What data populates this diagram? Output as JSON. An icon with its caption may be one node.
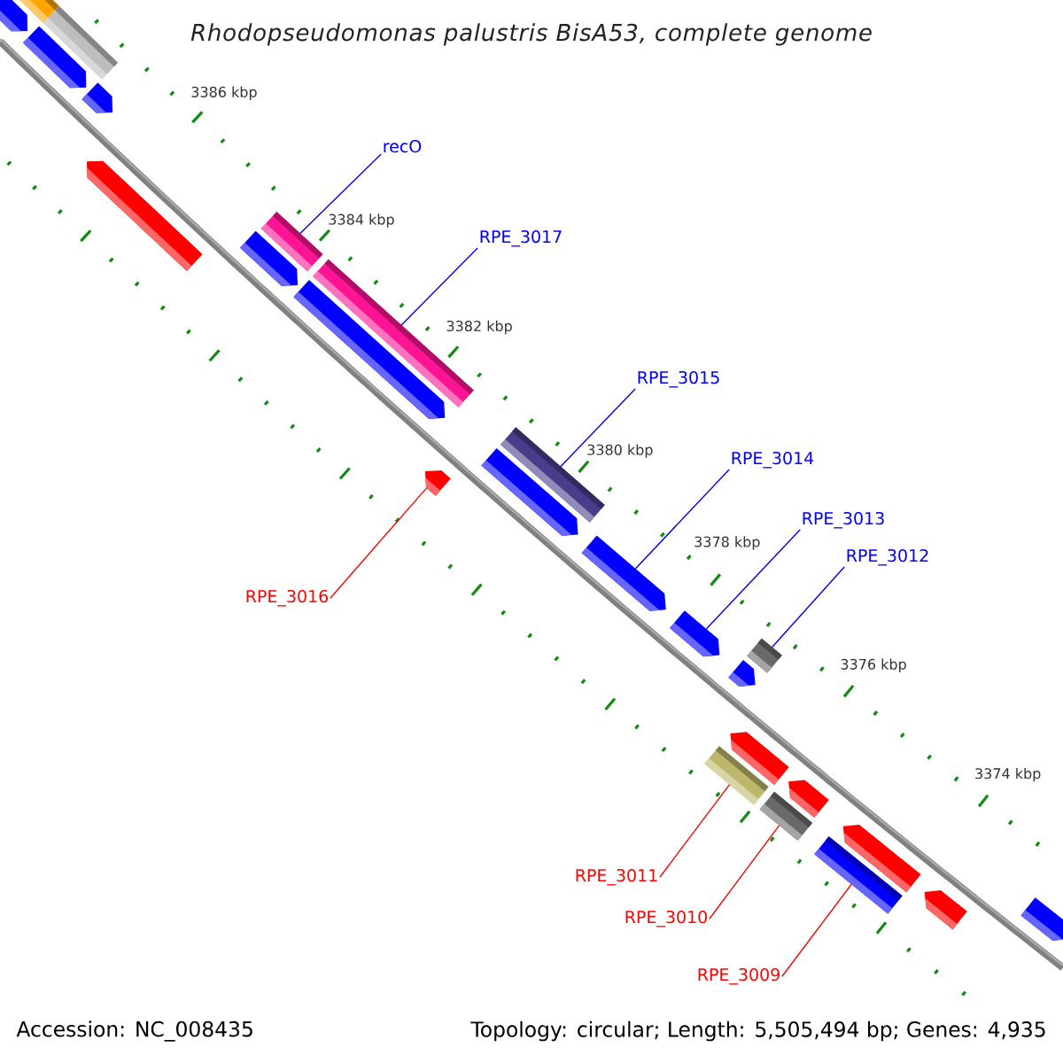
{
  "diagram": {
    "title": "Rhodopseudomonas palustris BisA53, complete genome",
    "nodes": [
      {
        "text": [
          "recO"
        ]
      },
      {
        "text": [
          "RPE_3017"
        ]
      },
      {
        "text": [
          "RPE_3015"
        ]
      },
      {
        "text": [
          "RPE_3014"
        ]
      },
      {
        "text": [
          "RPE_3013"
        ]
      },
      {
        "text": [
          "RPE_3012"
        ]
      },
      {
        "text": [
          "RPE_3016"
        ]
      },
      {
        "text": [
          "RPE_3011"
        ]
      },
      {
        "text": [
          "RPE_3010"
        ]
      },
      {
        "text": [
          "RPE_3009"
        ]
      },
      {
        "text": [],
        "shape": "bar"
      },
      {
        "text": [],
        "shape": "pentagon"
      },
      {
        "text": [],
        "shape": "bar"
      },
      {
        "text": [],
        "shape": "pentagon"
      },
      {
        "text": [],
        "shape": "pentagon"
      },
      {
        "text": [],
        "shape": "pentagon"
      },
      {
        "text": [],
        "shape": "bar"
      },
      {
        "text": [],
        "shape": "pentagon"
      },
      {
        "text": [],
        "shape": "bar"
      },
      {
        "text": [],
        "shape": "pentagon"
      },
      {
        "text": [],
        "shape": "bar"
      },
      {
        "text": [],
        "shape": "pentagon"
      },
      {
        "text": [],
        "shape": "pentagon"
      },
      {
        "text": [],
        "shape": "pentagon"
      },
      {
        "text": [],
        "shape": "pentagon"
      },
      {
        "text": [],
        "shape": "bar"
      },
      {
        "text": [],
        "shape": "pentagon"
      },
      {
        "text": [],
        "shape": "pentagon"
      },
      {
        "text": [],
        "shape": "bar"
      },
      {
        "text": [],
        "shape": "pentagon"
      },
      {
        "text": [],
        "shape": "bar"
      },
      {
        "text": [],
        "shape": "pentagon"
      },
      {
        "text": [],
        "shape": "bar"
      },
      {
        "text": [],
        "shape": "pentagon"
      },
      {
        "text": [],
        "shape": "pentagon"
      }
    ],
    "edges": [
      {
        "from": 0,
        "to": 16,
        "arrow": "none"
      },
      {
        "from": 1,
        "to": 18,
        "arrow": "none"
      },
      {
        "from": 2,
        "to": 20,
        "arrow": "none"
      },
      {
        "from": 3,
        "to": 23,
        "arrow": "none"
      },
      {
        "from": 4,
        "to": 24,
        "arrow": "none"
      },
      {
        "from": 5,
        "to": 25,
        "arrow": "none"
      },
      {
        "from": 6,
        "to": 22,
        "arrow": "none",
        "color": "#ff0000"
      },
      {
        "from": 7,
        "to": 28,
        "arrow": "none",
        "color": "#ff0000"
      },
      {
        "from": 8,
        "to": 30,
        "arrow": "none",
        "color": "#ff0000"
      },
      {
        "from": 9,
        "to": 32,
        "arrow": "none",
        "color": "#ff0000"
      }
    ],
    "labels": [
      "3386 kbp",
      "3384 kbp",
      "3382 kbp",
      "3380 kbp",
      "3378 kbp",
      "3376 kbp",
      "3374 kbp",
      "Accession: NC_008435",
      "Topology: circular; Length: 5,505,494 bp; Genes: 4,935"
    ]
  }
}
